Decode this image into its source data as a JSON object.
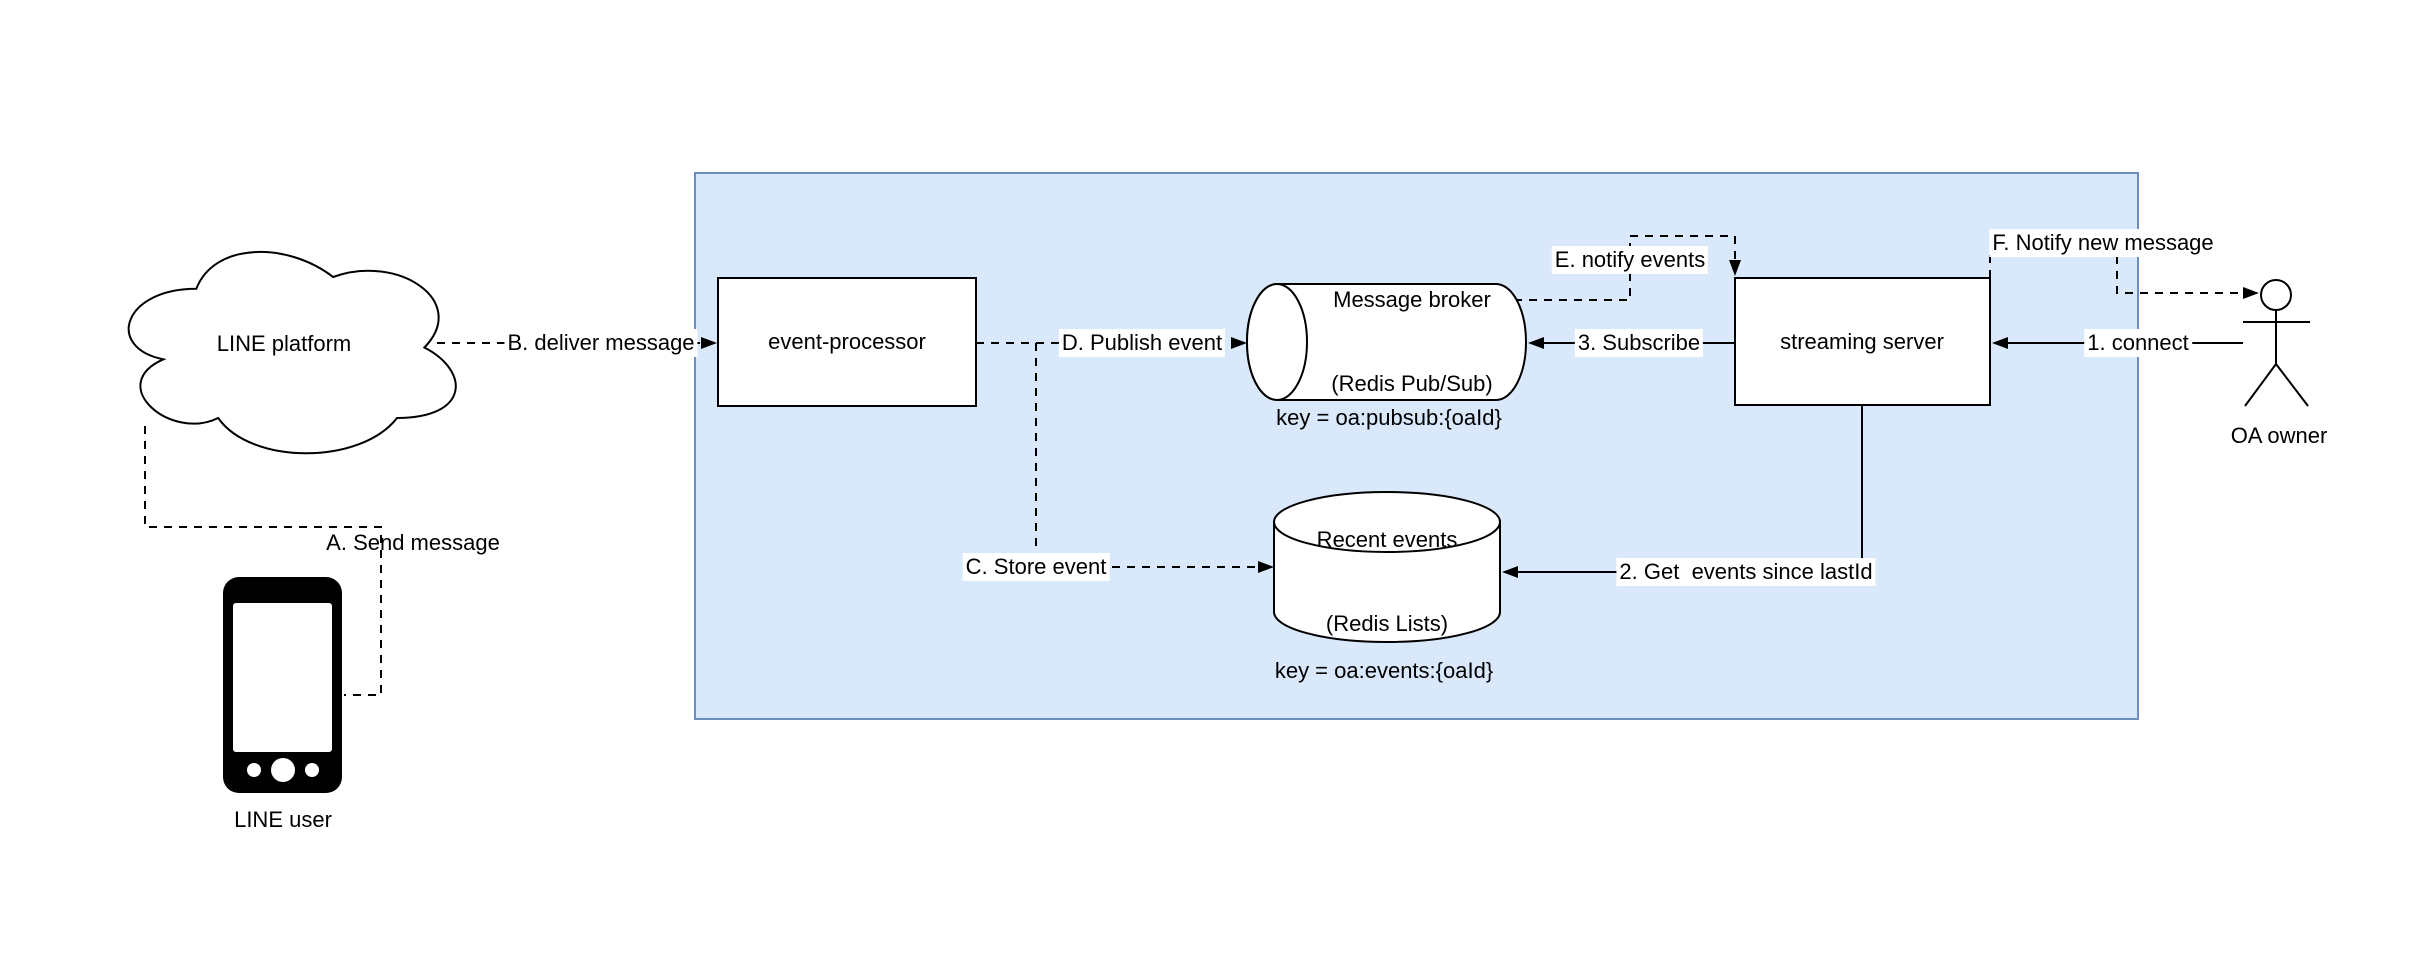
{
  "colors": {
    "container_fill": "#dae8fc",
    "container_stroke": "#6c8ebf",
    "shape_fill": "#ffffff",
    "line_color": "#000000",
    "canvas_bg": "#ffffff"
  },
  "nodes": {
    "line_platform": {
      "label": "LINE platform"
    },
    "line_user": {
      "label": "LINE user"
    },
    "event_processor": {
      "label": "event-processor"
    },
    "message_broker": {
      "line1": "Message broker",
      "line2": "(Redis Pub/Sub)",
      "key": "key = oa:pubsub:{oaId}"
    },
    "recent_events": {
      "line1": "Recent events",
      "line2": "(Redis Lists)",
      "key": "key = oa:events:{oaId}"
    },
    "streaming_server": {
      "label": "streaming server"
    },
    "oa_owner": {
      "label": "OA owner"
    }
  },
  "edges": {
    "a": {
      "label": "A. Send message"
    },
    "b": {
      "label": "B. deliver message"
    },
    "c": {
      "label": "C. Store event"
    },
    "d": {
      "label": "D. Publish event"
    },
    "e": {
      "label": "E. notify events"
    },
    "f": {
      "label": "F. Notify new message"
    },
    "n1": {
      "label": "1. connect"
    },
    "n2": {
      "label": "2. Get  events since lastId"
    },
    "n3": {
      "label": "3. Subscribe"
    }
  }
}
